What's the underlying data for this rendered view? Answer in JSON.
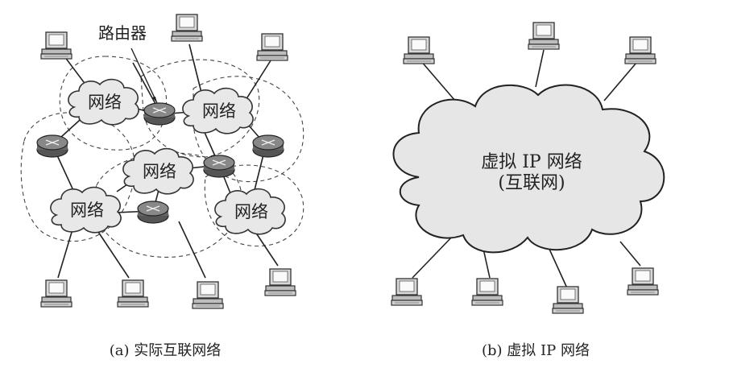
{
  "left": {
    "router_label": "路由器",
    "networks": [
      "网络",
      "网络",
      "网络",
      "网络",
      "网络"
    ],
    "caption": "(a)  实际互联网络"
  },
  "right": {
    "cloud_line1": "虚拟 IP 网络",
    "cloud_line2": "(互联网)",
    "caption": "(b)  虚拟 IP 网络"
  },
  "icons": {
    "computer": "desktop-computer-icon",
    "router": "router-icon",
    "network": "network-cloud-icon"
  }
}
